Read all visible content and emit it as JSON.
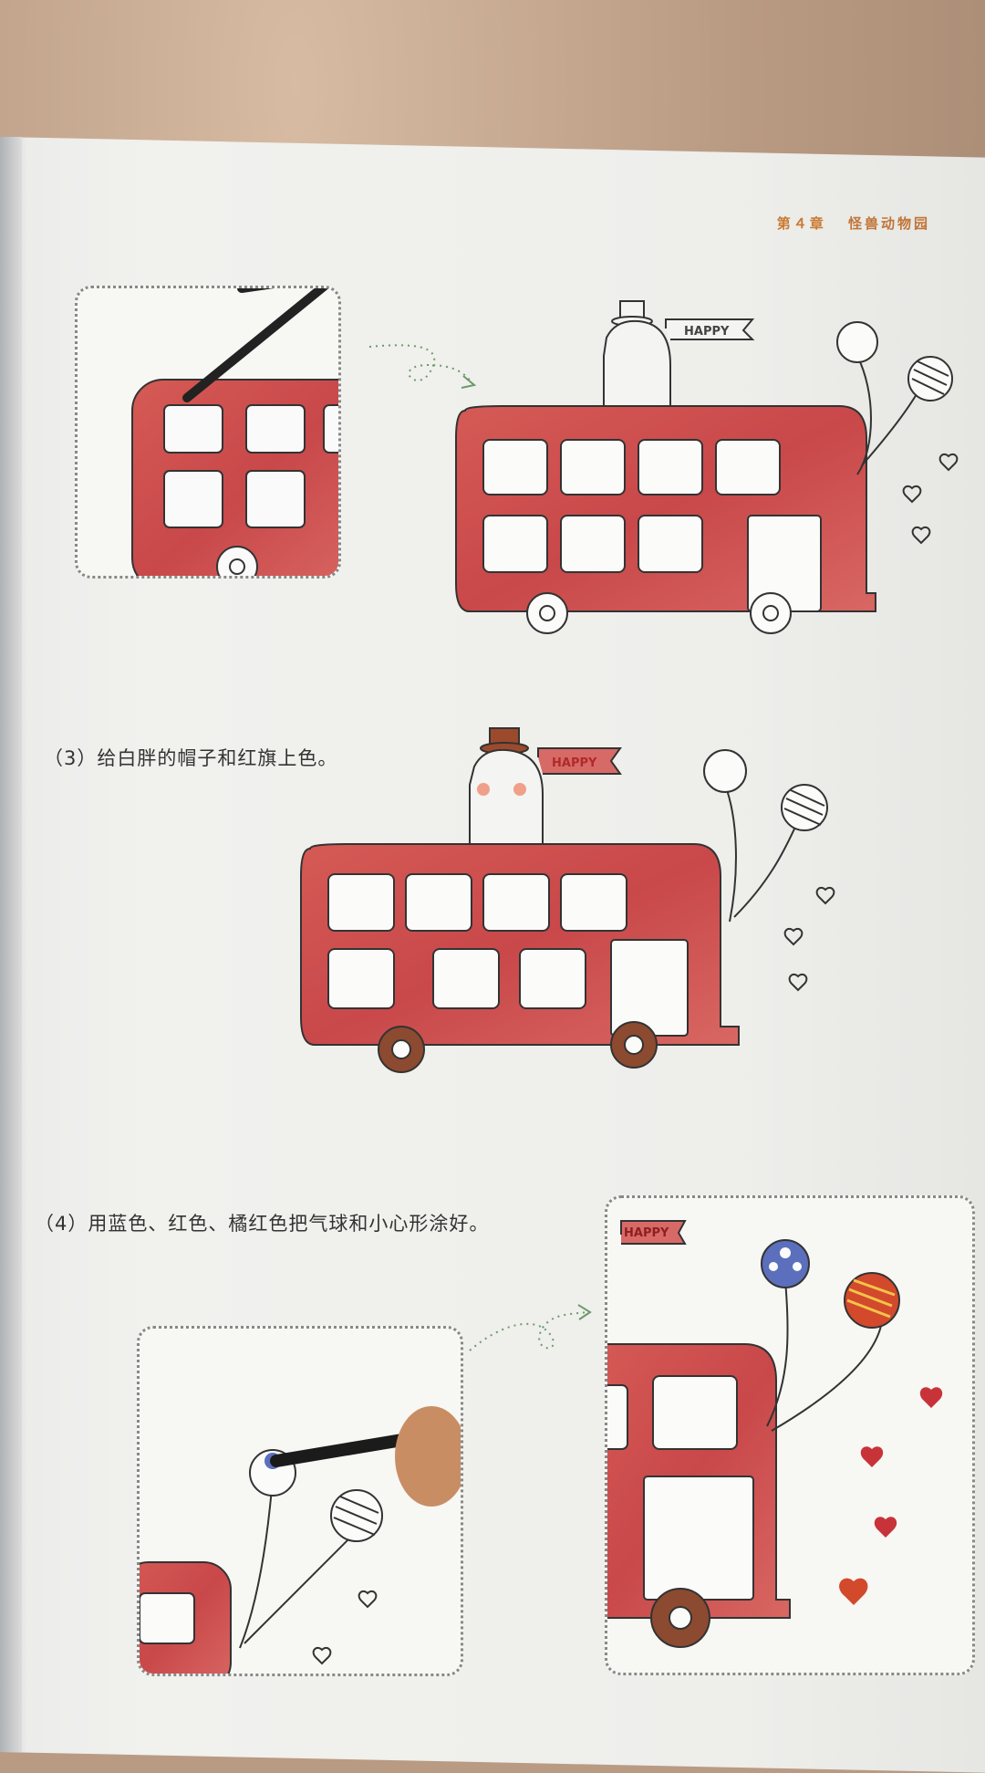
{
  "header": {
    "chapter": "第４章",
    "section": "怪兽动物园"
  },
  "steps": {
    "step3": "（3）给白胖的帽子和红旗上色。",
    "step4": "（4）用蓝色、红色、橘红色把气球和小心形涂好。"
  },
  "flag_text": "HAPPY",
  "colors": {
    "bus_red": "#cf5350",
    "bus_red_light": "#e07c78",
    "hat_brown": "#9c4a2c",
    "balloon_blue": "#5b6fbd",
    "balloon_orange": "#d2492c",
    "heart_red": "#c8333a",
    "header_orange": "#c97a33"
  }
}
